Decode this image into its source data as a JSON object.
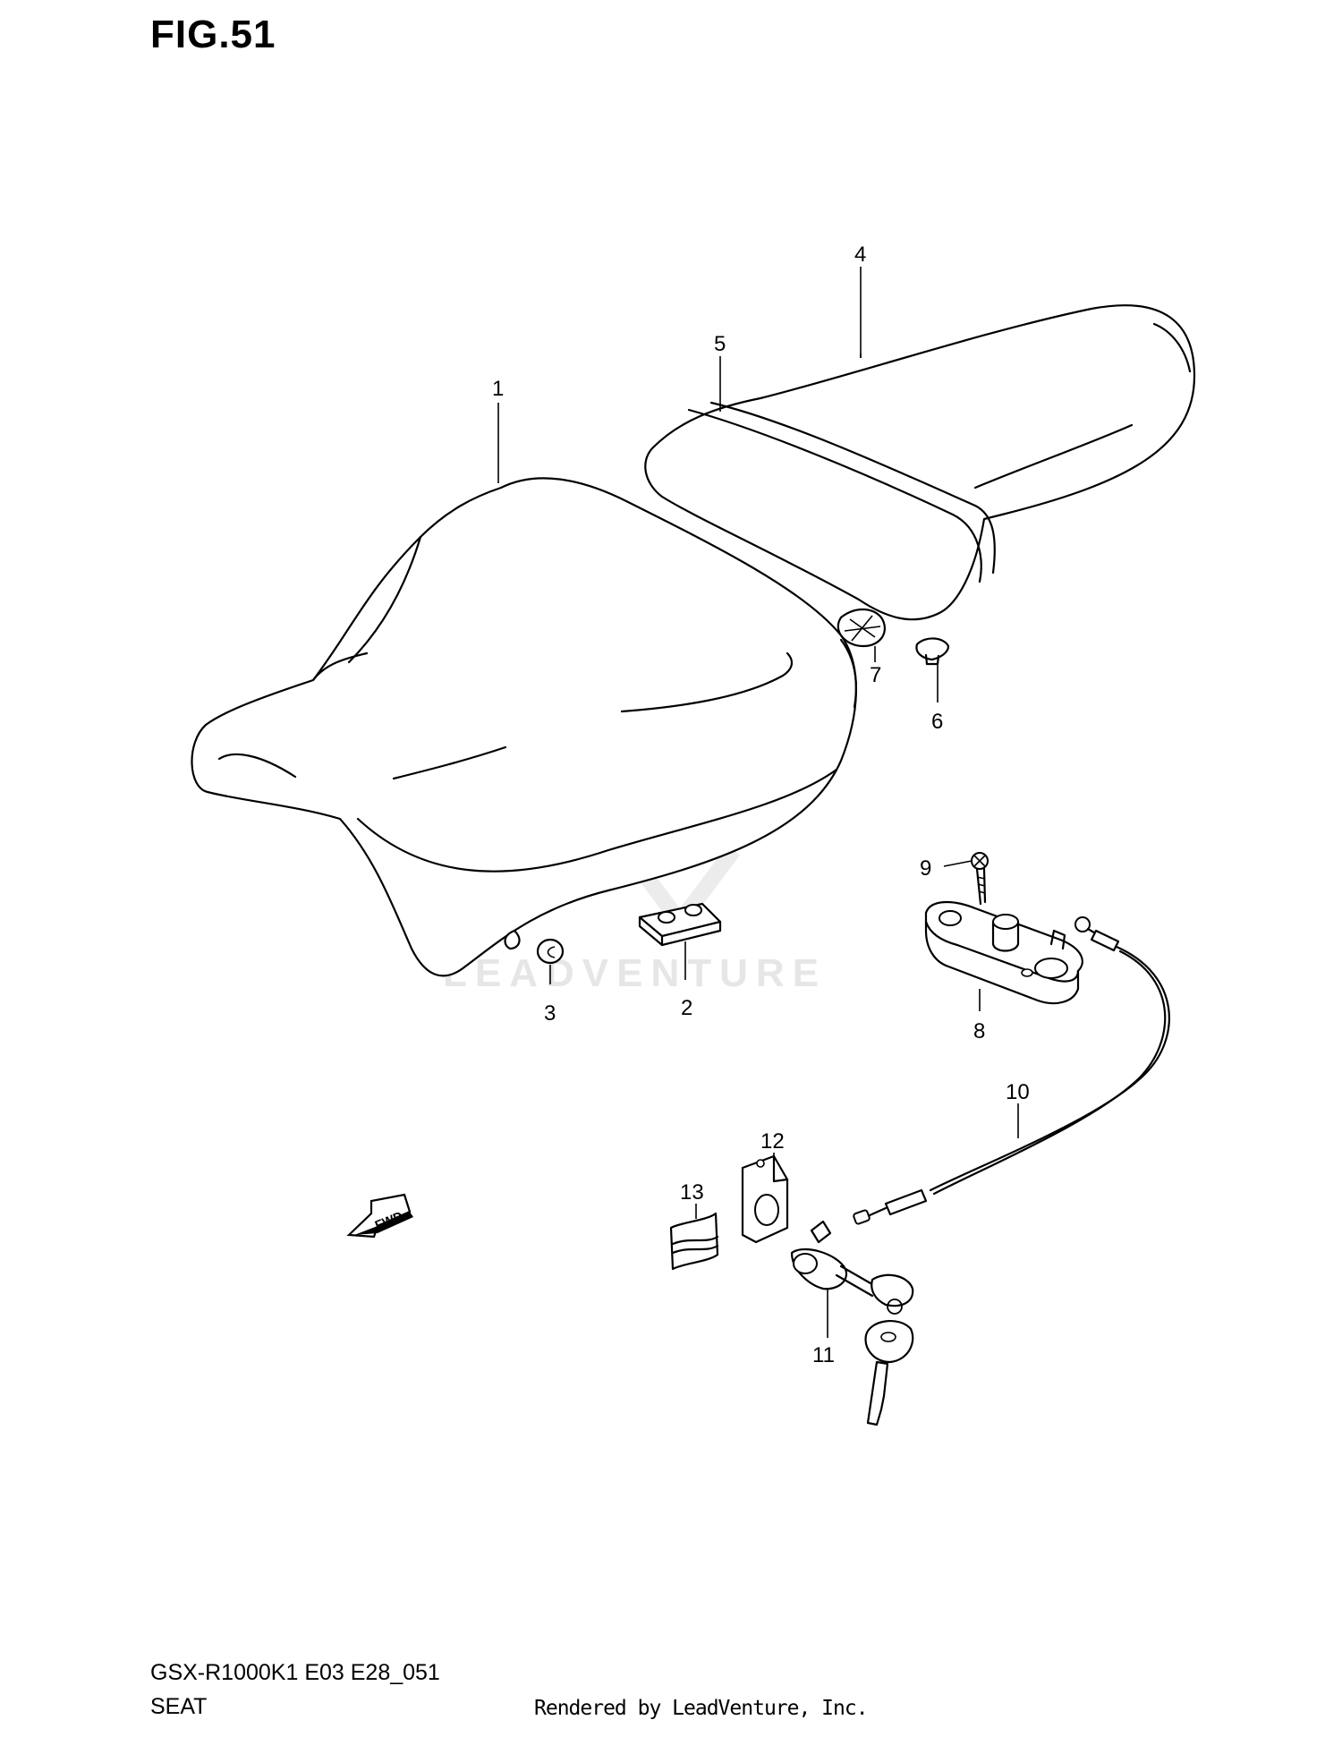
{
  "header": {
    "figure_label": "FIG.51"
  },
  "footer": {
    "model_code": "GSX-R1000K1 E03 E28_051",
    "section_name": "SEAT",
    "render_credit": "Rendered by LeadVenture, Inc."
  },
  "watermark": {
    "text": "LEADVENTURE"
  },
  "fwd_arrow": {
    "label": "FWD"
  },
  "callouts": [
    {
      "id": "1",
      "part": "front-seat"
    },
    {
      "id": "2",
      "part": "seat-bracket"
    },
    {
      "id": "3",
      "part": "cushion"
    },
    {
      "id": "4",
      "part": "rear-seat"
    },
    {
      "id": "5",
      "part": "rear-seat-band"
    },
    {
      "id": "6",
      "part": "bolt"
    },
    {
      "id": "7",
      "part": "clip"
    },
    {
      "id": "8",
      "part": "seat-lock-assy"
    },
    {
      "id": "9",
      "part": "screw"
    },
    {
      "id": "10",
      "part": "seat-lock-cable"
    },
    {
      "id": "11",
      "part": "seat-lock-cylinder"
    },
    {
      "id": "12",
      "part": "lock-bracket"
    },
    {
      "id": "13",
      "part": "clamp"
    }
  ]
}
